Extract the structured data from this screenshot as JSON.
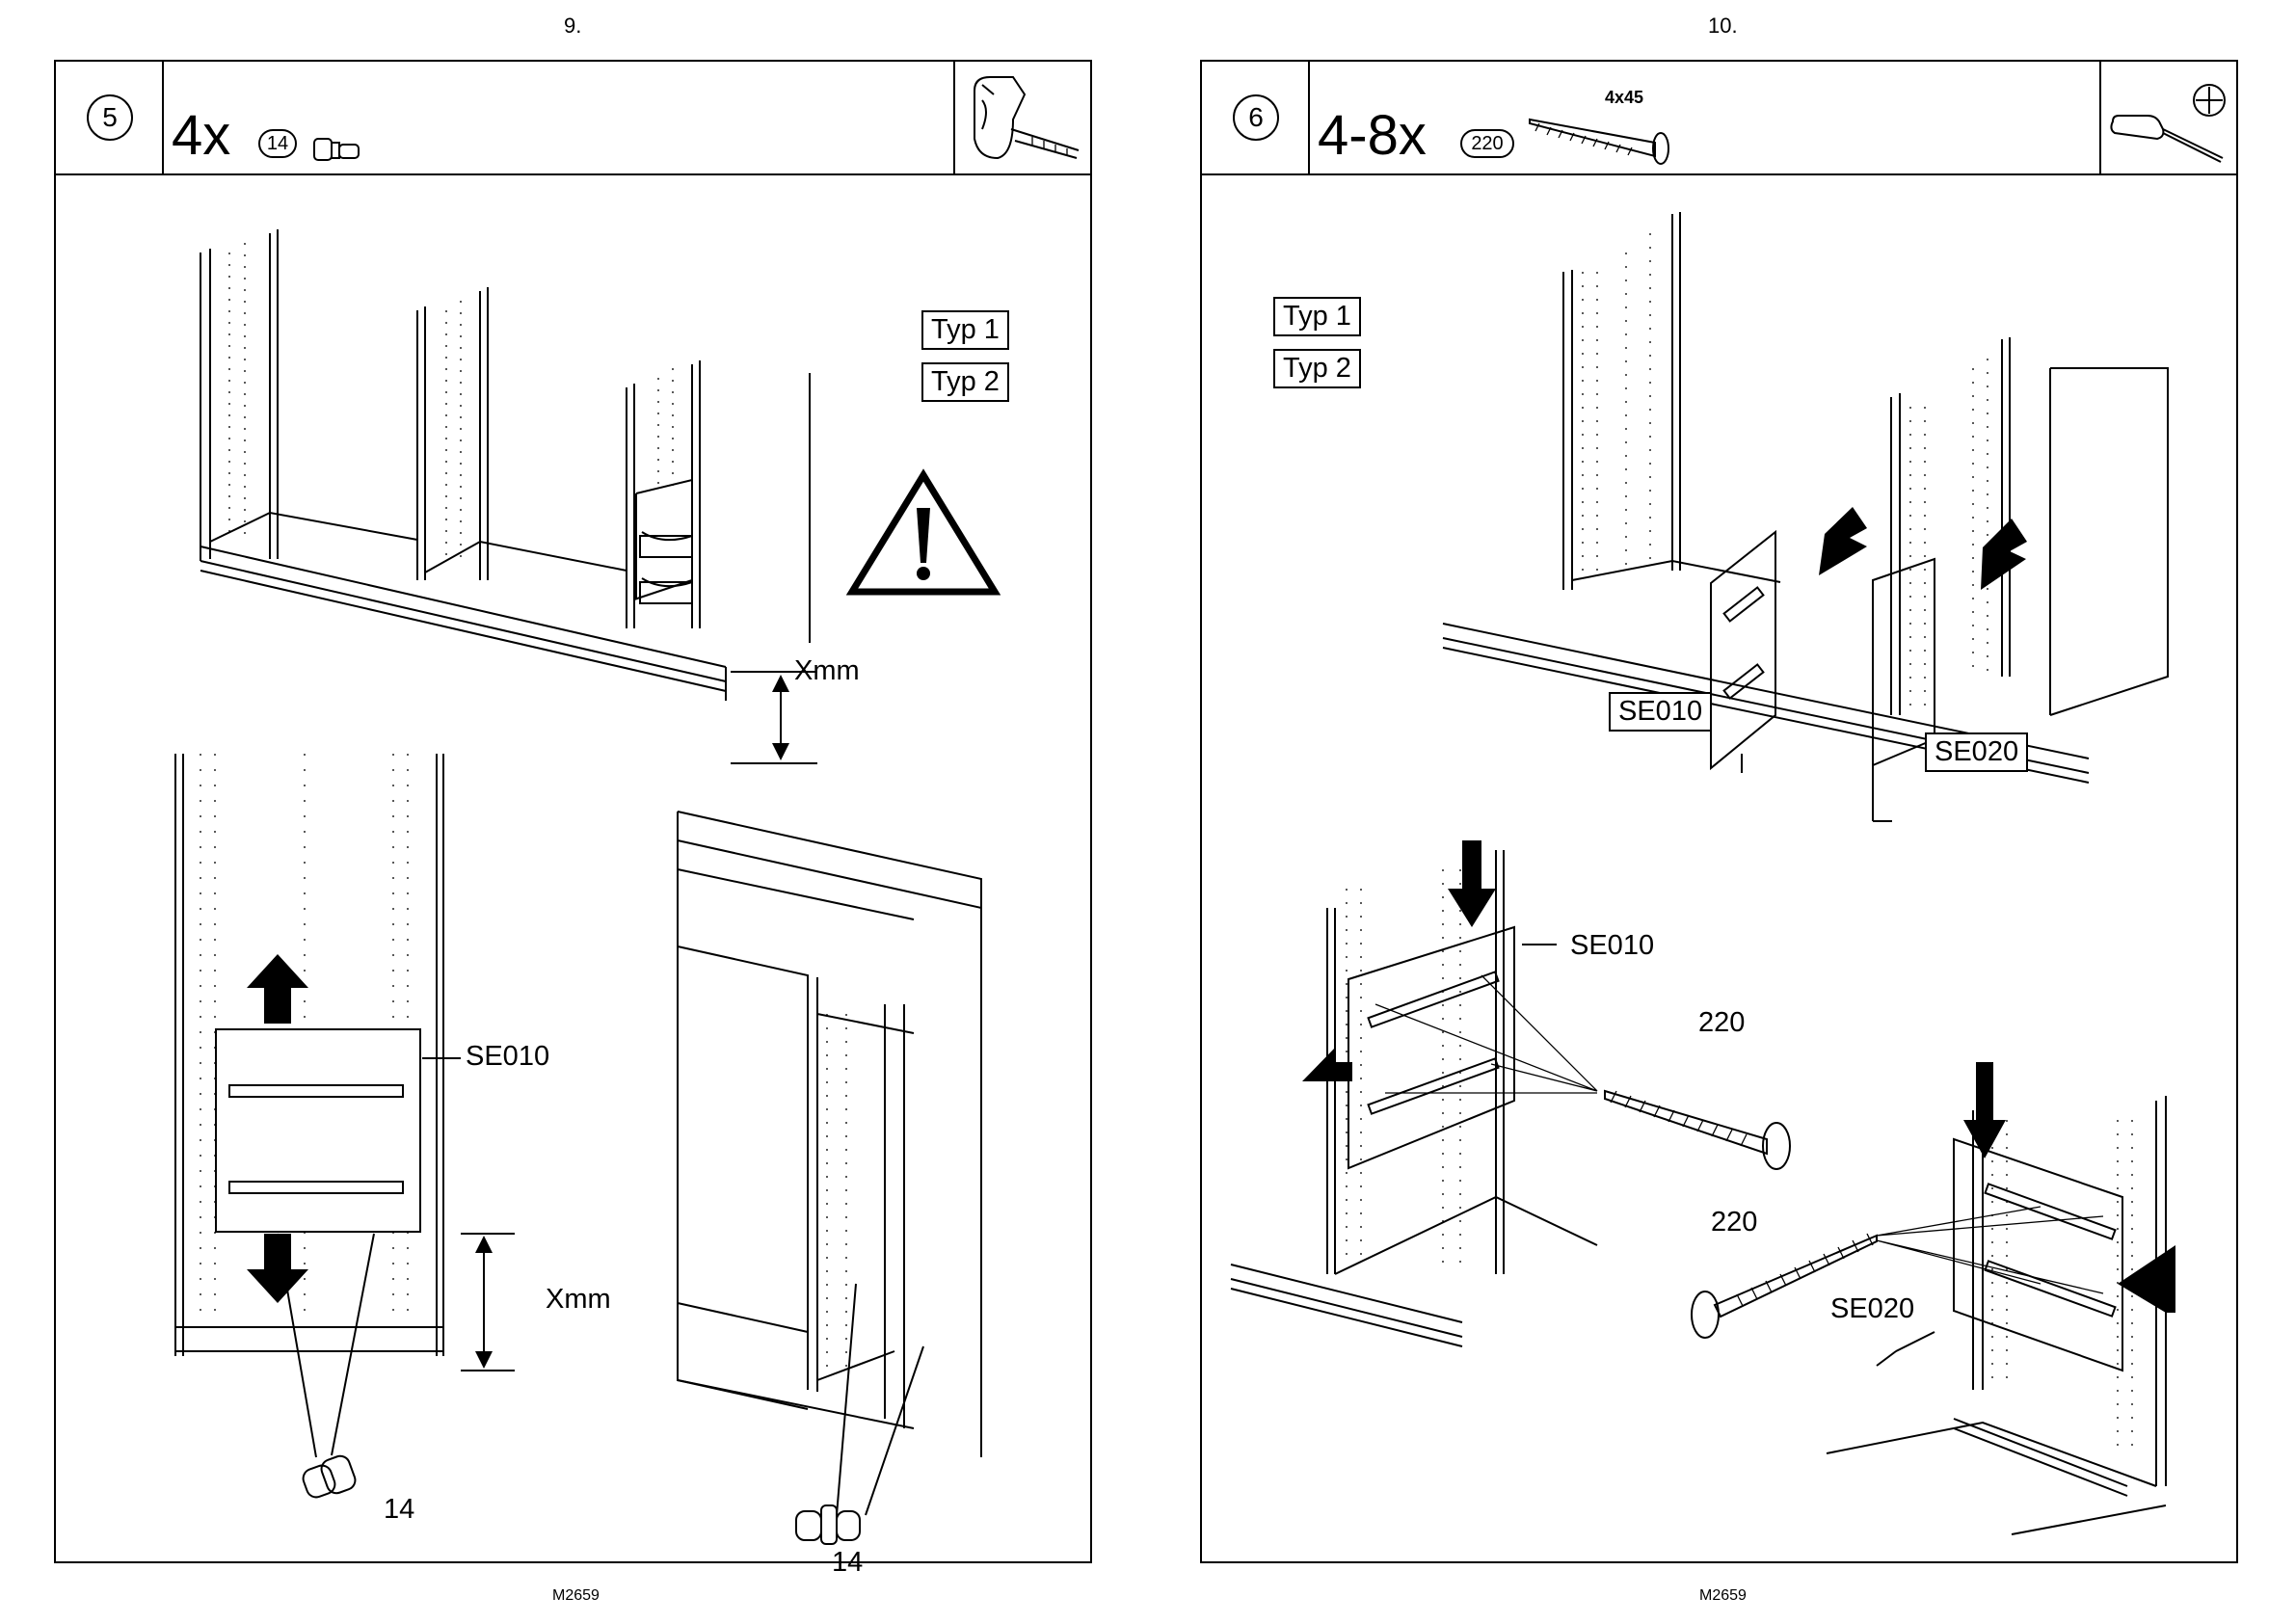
{
  "left_page": {
    "page_number": "9.",
    "footer": "M2659",
    "step": "5",
    "quantity": "4x",
    "part_number": "14",
    "type_labels": [
      "Typ 1",
      "Typ 2"
    ],
    "measure_label": "Xmm",
    "part_label": "SE010",
    "dowel_label": "14",
    "icons": [
      "warning-triangle-icon",
      "tape-measure-icon",
      "arrow-up-icon",
      "arrow-down-icon",
      "dowel-icon"
    ]
  },
  "right_page": {
    "page_number": "10.",
    "footer": "M2659",
    "step": "6",
    "quantity": "4-8x",
    "part_number": "220",
    "screw_size": "4x45",
    "type_labels": [
      "Typ 1",
      "Typ 2"
    ],
    "panel_labels": [
      "SE010",
      "SE020"
    ],
    "screw_label": "220",
    "icons": [
      "screwdriver-icon",
      "phillips-head-icon",
      "screw-icon",
      "arrow-right-icon",
      "arrow-down-icon",
      "arrow-left-icon"
    ]
  }
}
